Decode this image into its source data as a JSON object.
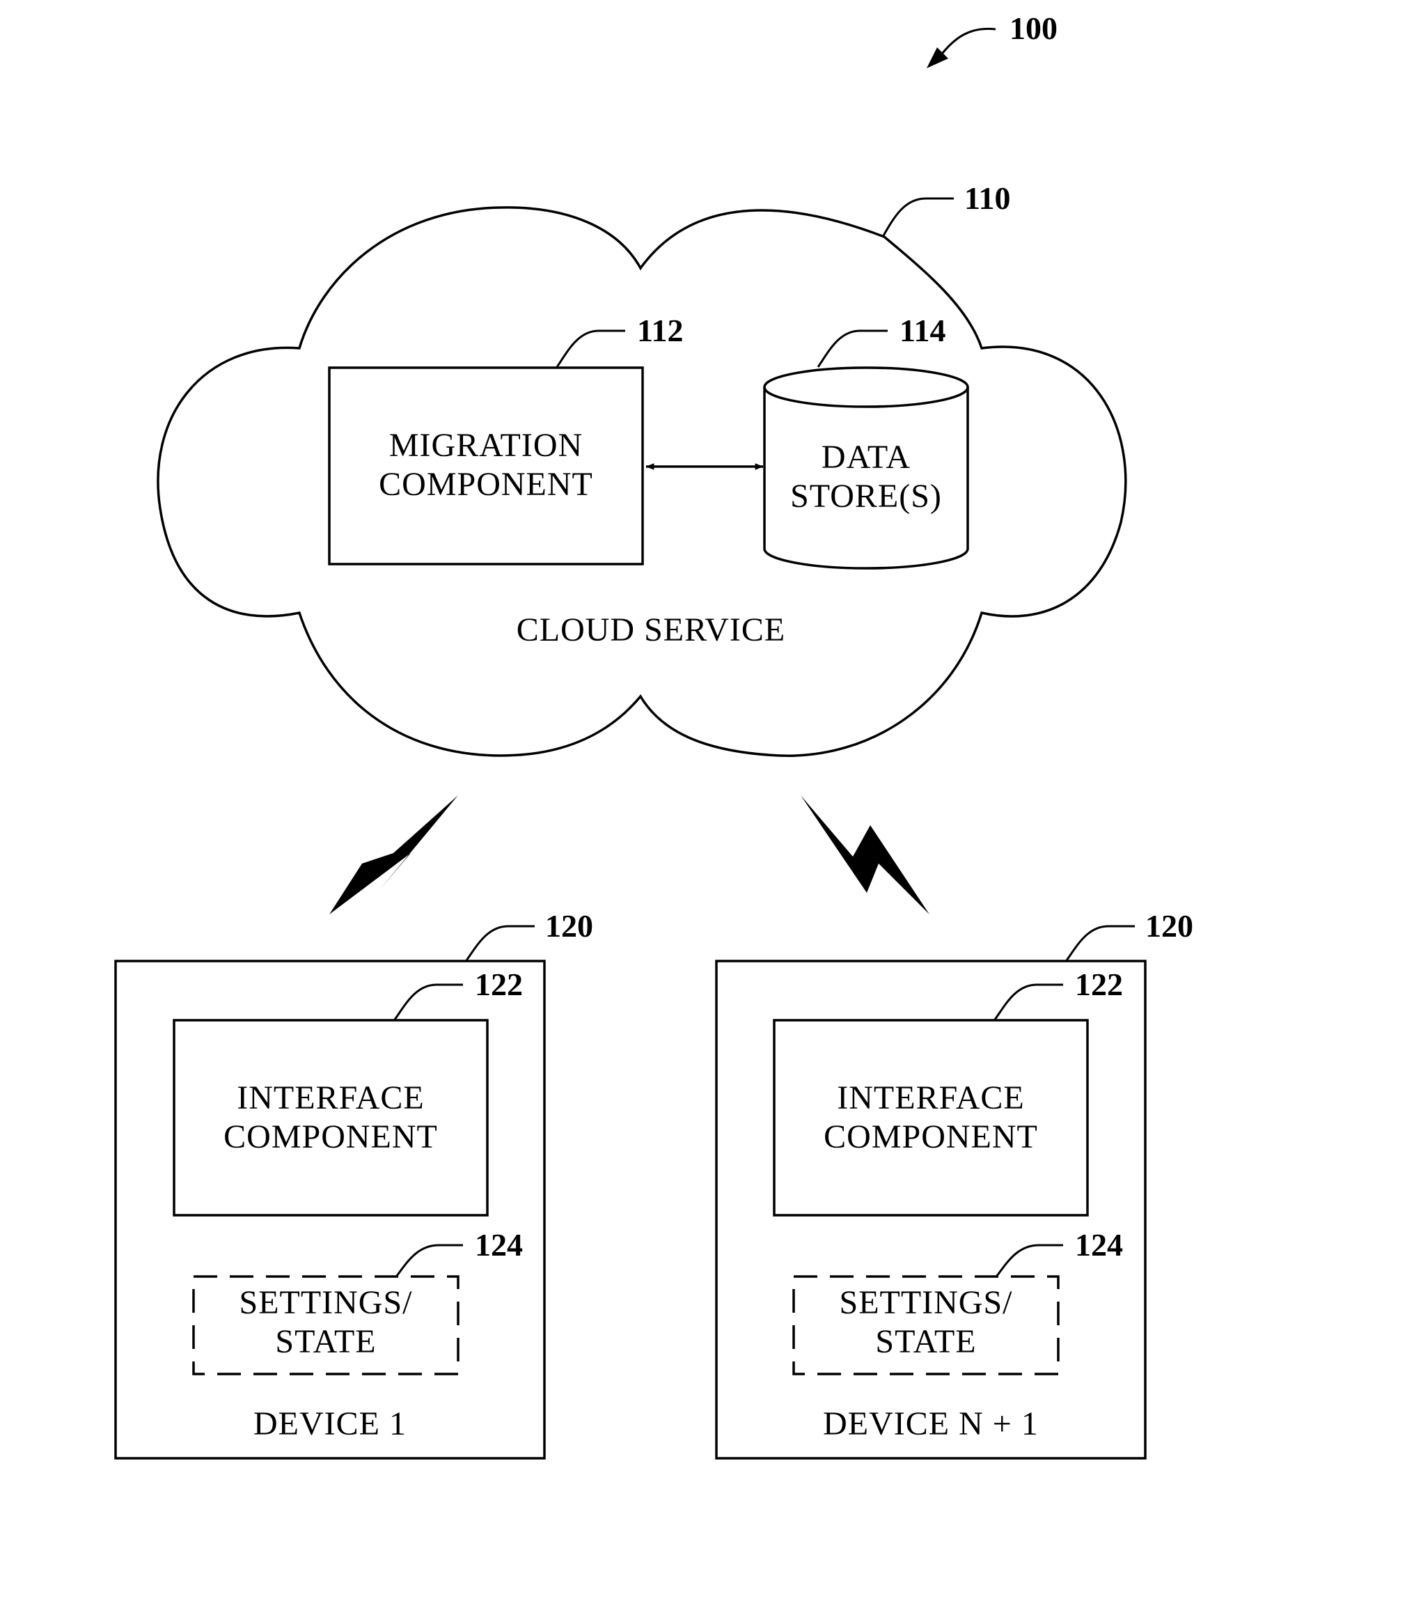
{
  "figure": {
    "number": "100",
    "cloud": {
      "ref": "110",
      "label": "CLOUD SERVICE",
      "migration": {
        "ref": "112",
        "line1": "MIGRATION",
        "line2": "COMPONENT"
      },
      "datastore": {
        "ref": "114",
        "line1": "DATA",
        "line2": "STORE(S)"
      }
    },
    "devices": [
      {
        "ref": "120",
        "label": "DEVICE 1",
        "interface": {
          "ref": "122",
          "line1": "INTERFACE",
          "line2": "COMPONENT"
        },
        "settings": {
          "ref": "124",
          "line1": "SETTINGS/",
          "line2": "STATE"
        }
      },
      {
        "ref": "120",
        "label": "DEVICE N + 1",
        "interface": {
          "ref": "122",
          "line1": "INTERFACE",
          "line2": "COMPONENT"
        },
        "settings": {
          "ref": "124",
          "line1": "SETTINGS/",
          "line2": "STATE"
        }
      }
    ]
  }
}
